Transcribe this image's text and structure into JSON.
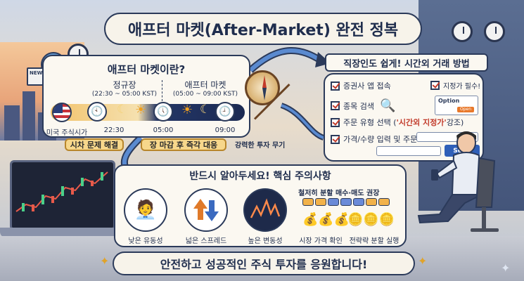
{
  "title": "애프터 마켓(After-Market) 완전 정복",
  "left_panel": {
    "title": "애프터 마켓이란?",
    "col_regular": {
      "name": "정규장",
      "time": "(22:30 ~ 05:00 KST)"
    },
    "col_after": {
      "name": "애프터 마켓",
      "time": "(05:00 ~ 09:00 KST)"
    },
    "labels": {
      "us": "미국 주식시가",
      "t1": "22:30",
      "t2": "05:00",
      "t3": "09:00"
    },
    "tag_timezone": "시차 문제 해결",
    "tag_response": "장 마감 후 즉각 대응"
  },
  "center": {
    "label": "강력한 투자 무기"
  },
  "right_panel": {
    "header": "직장인도 쉽게! 시간외 거래 방법",
    "step1": "증권사 앱 접속",
    "step1_note": "지정가 필수!",
    "step2": "종목 검색",
    "step3_pre": "주문 유형 선택 (",
    "step3_hl": "'시간외 지정가'",
    "step3_post": " 강조)",
    "step4": "가격/수량 입력 및 주문",
    "option_label": "Option",
    "option_btn": "Open",
    "send": "Send"
  },
  "bottom_panel": {
    "title": "반드시 알아두세요! 핵심 주의사항",
    "items": [
      {
        "label": "낮은 유동성"
      },
      {
        "label": "넓은 스프레드"
      },
      {
        "label": "높은 변동성"
      }
    ],
    "split_title": "철저히 분할 매수·매도 권장",
    "split_a": "시장 가격 확인",
    "split_b": "전략략 분할 실행"
  },
  "banner": "안전하고 성공적인 주식 투자를 응원합니다!",
  "news_label": "NEWS",
  "colors": {
    "navy": "#2b3a5a",
    "cream": "#fbf8f1",
    "accent_red": "#c23a2a",
    "tag_yellow": "#f7d78b",
    "send_blue": "#2f5fb8"
  }
}
